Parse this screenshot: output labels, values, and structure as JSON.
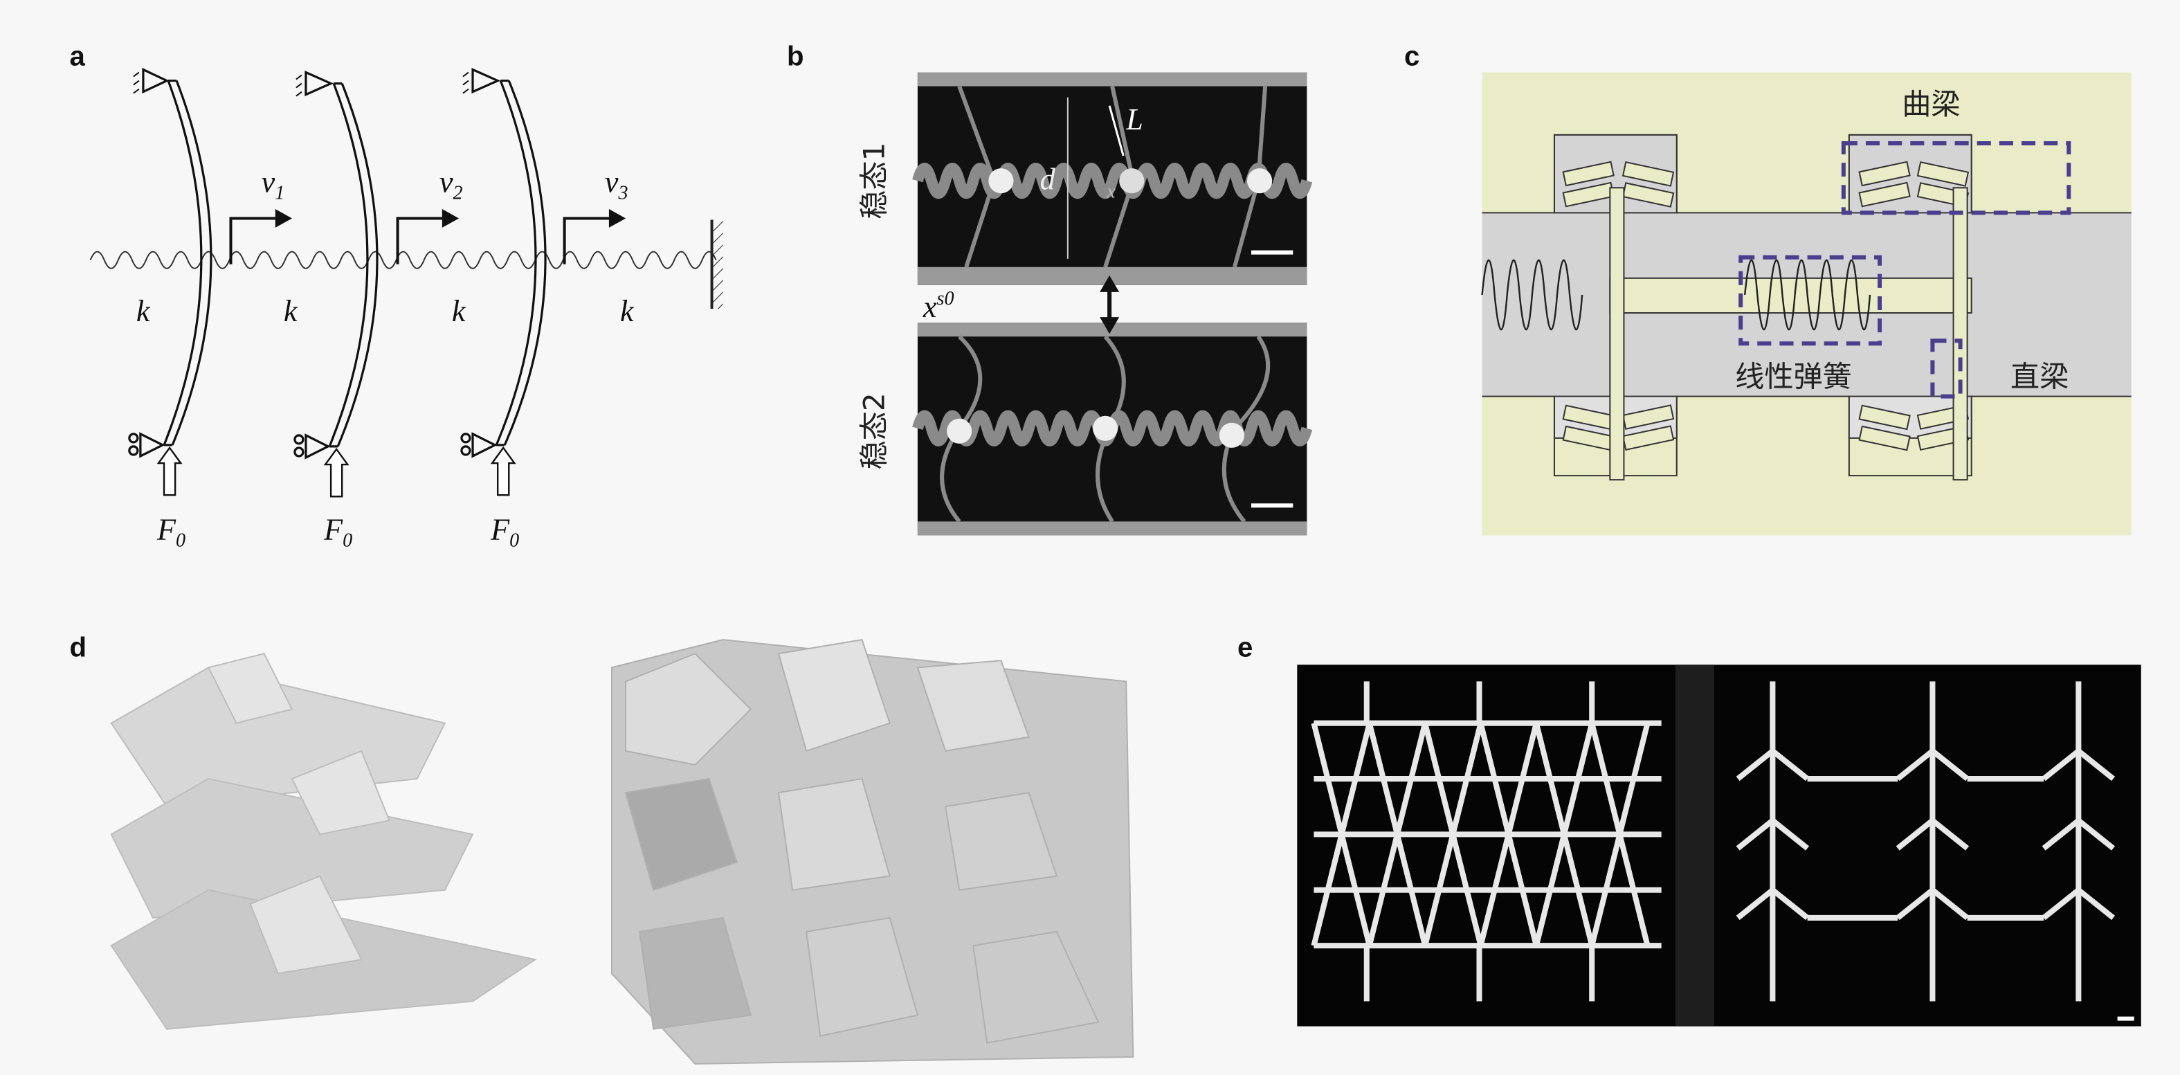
{
  "panels": {
    "a": {
      "label": "a",
      "velocity_labels": [
        {
          "sym": "v",
          "sub": "1"
        },
        {
          "sym": "v",
          "sub": "2"
        },
        {
          "sym": "v",
          "sub": "3"
        }
      ],
      "spring_labels": [
        "k",
        "k",
        "k",
        "k"
      ],
      "force_labels": [
        {
          "sym": "F",
          "sub": "0"
        },
        {
          "sym": "F",
          "sub": "0"
        },
        {
          "sym": "F",
          "sub": "0"
        }
      ]
    },
    "b": {
      "label": "b",
      "state1": "稳态1",
      "state2": "稳态2",
      "dim_L": "L",
      "dim_d": "d",
      "dim_x": "x",
      "x_sym": "x",
      "x_sup": "s0"
    },
    "c": {
      "label": "c",
      "curved_beam": "曲梁",
      "linear_spring": "线性弹簧",
      "straight_beam": "直梁",
      "colors": {
        "background": "#e9ecc6",
        "band": "#d4d4d4",
        "highlight": "#4a3f8f"
      }
    },
    "d": {
      "label": "d"
    },
    "e": {
      "label": "e"
    }
  }
}
